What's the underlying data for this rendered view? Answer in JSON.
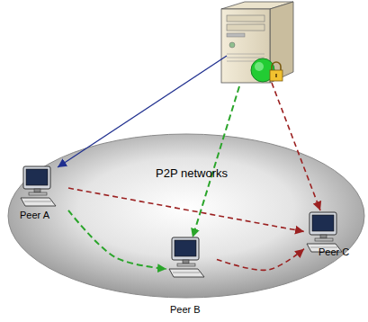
{
  "diagram": {
    "nodes": [
      {
        "text": [
          "P2P networks"
        ]
      },
      {
        "text": [
          "Peer A"
        ],
        "in": 0
      },
      {
        "text": [
          "Peer B"
        ],
        "in": 0
      },
      {
        "text": [
          "Peer C"
        ],
        "in": 0
      }
    ],
    "edges": [
      {
        "from": 1,
        "to": 2,
        "arrow": "to"
      },
      {
        "from": 1,
        "to": 3,
        "arrow": "to"
      },
      {
        "from": 2,
        "to": 3,
        "arrow": "to"
      }
    ]
  }
}
